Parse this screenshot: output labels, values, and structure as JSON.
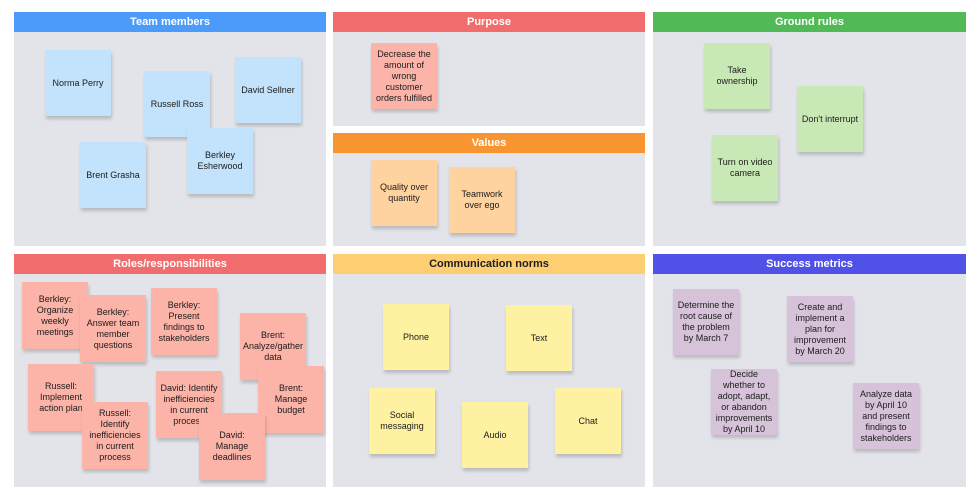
{
  "colors": {
    "blue_header": "#4c9bfa",
    "red_header": "#f16d6d",
    "orange_header": "#f99530",
    "green_header": "#51ba57",
    "yellow_header": "#fdcf72",
    "indigo_header": "#5051e6",
    "panel_bg": "#e2e4e9"
  },
  "panels": {
    "team": {
      "title": "Team members",
      "notes": [
        "Norma Perry",
        "Russell Ross",
        "David Sellner",
        "Brent Grasha",
        "Berkley\nEsherwood"
      ]
    },
    "purpose": {
      "title": "Purpose",
      "notes": [
        "Decrease the\namount of\nwrong\ncustomer\norders fulfilled"
      ]
    },
    "values": {
      "title": "Values",
      "notes": [
        "Quality over\nquantity",
        "Teamwork\nover ego"
      ]
    },
    "ground_rules": {
      "title": "Ground rules",
      "notes": [
        "Take\nownership",
        "Don't interrupt",
        "Turn on video\ncamera"
      ]
    },
    "roles": {
      "title": "Roles/responsibilities",
      "notes": [
        "Berkley:\nOrganize\nweekly\nmeetings",
        "Berkley:\nAnswer team\nmember\nquestions",
        "Berkley:\nPresent\nfindings to\nstakeholders",
        "Brent:\nAnalyze/gather\ndata",
        "Russell:\nImplement\naction plan",
        "Russell:\nIdentify\ninefficiencies\nin current\nprocess",
        "David: Identify\ninefficiencies\nin current\nprocess",
        "Brent:\nManage\nbudget",
        "David:\nManage\ndeadlines"
      ]
    },
    "communication": {
      "title": "Communication norms",
      "notes": [
        "Phone",
        "Text",
        "Social\nmessaging",
        "Audio",
        "Chat"
      ]
    },
    "success": {
      "title": "Success metrics",
      "notes": [
        "Determine the\nroot cause of\nthe problem\nby March 7",
        "Create and\nimplement a\nplan for\nimprovement\nby March 20",
        "Decide\nwhether to\nadopt, adapt,\nor abandon\nimprovements\nby April 10",
        "Analyze data\nby April 10\nand present\nfindings to\nstakeholders"
      ]
    }
  }
}
